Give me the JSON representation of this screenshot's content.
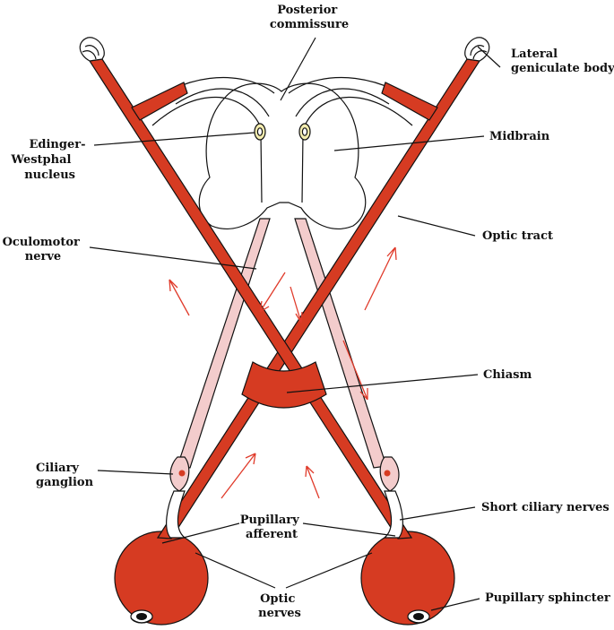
{
  "colors": {
    "pathway_red": "#d63b22",
    "nerve_pink": "#f3cccc",
    "arrow_red": "#e03b2b",
    "outline": "#111111",
    "background": "#ffffff"
  },
  "labels": {
    "posterior_commissure": [
      "Posterior",
      "commissure"
    ],
    "lateral_geniculate_body": [
      "Lateral",
      "geniculate body"
    ],
    "edinger_westphal_nucleus": [
      "Edinger-",
      "Westphal",
      "nucleus"
    ],
    "midbrain": [
      "Midbrain"
    ],
    "oculomotor_nerve": [
      "Oculomotor",
      "nerve"
    ],
    "optic_tract": [
      "Optic tract"
    ],
    "chiasm": [
      "Chiasm"
    ],
    "ciliary_ganglion": [
      "Ciliary",
      "ganglion"
    ],
    "short_ciliary_nerves": [
      "Short ciliary nerves"
    ],
    "pupillary_afferent": [
      "Pupillary",
      "afferent"
    ],
    "optic_nerves": [
      "Optic",
      "nerves"
    ],
    "pupillary_sphincter": [
      "Pupillary sphincter"
    ]
  },
  "icons": [
    "eyeball-icon",
    "flow-arrow-icon",
    "geniculate-body-icon"
  ]
}
